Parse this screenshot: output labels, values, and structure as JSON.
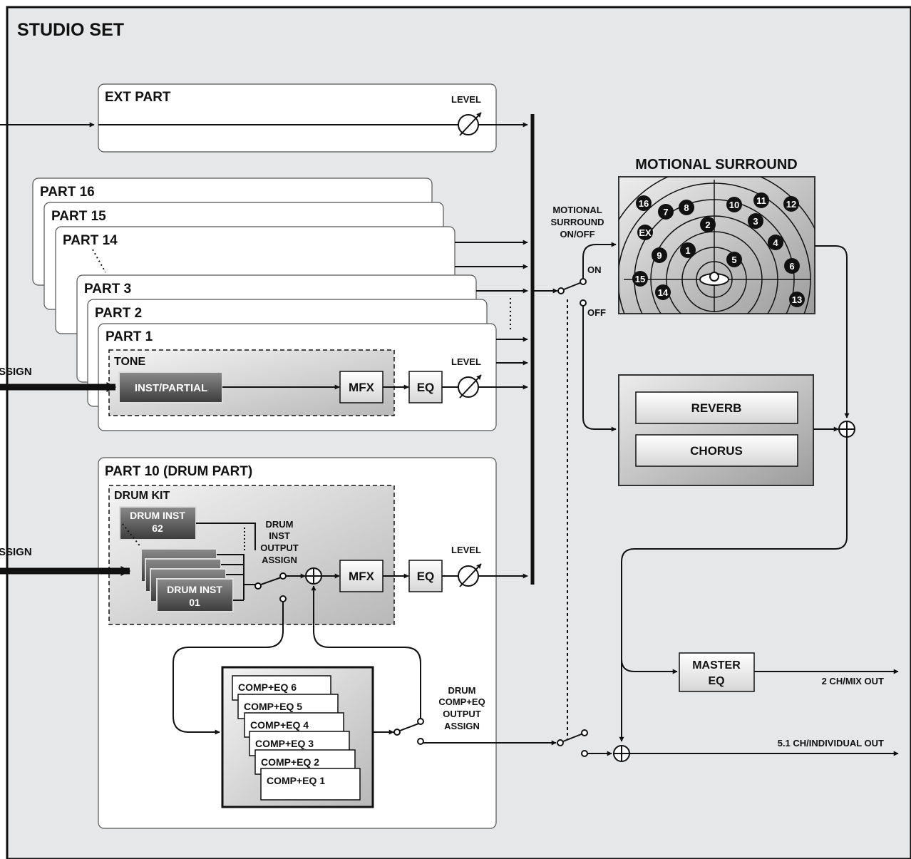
{
  "title": "STUDIO SET",
  "ext_part": {
    "label": "EXT PART",
    "level_label": "LEVEL"
  },
  "parts": {
    "part16": "PART 16",
    "part15": "PART 15",
    "part14": "PART 14",
    "part3": "PART 3",
    "part2": "PART 2",
    "part1": "PART 1"
  },
  "tone": {
    "label": "TONE",
    "inst_partial": "INST/PARTIAL",
    "mfx": "MFX",
    "eq": "EQ",
    "level_label": "LEVEL"
  },
  "left_inputs": {
    "assign_top": "SSIGN",
    "assign_bottom": "SSIGN"
  },
  "drum_part": {
    "label": "PART 10 (DRUM PART)",
    "kit_label": "DRUM KIT",
    "inst62_line1": "DRUM INST",
    "inst62_line2": "62",
    "inst01_line1": "DRUM INST",
    "inst01_line2": "01",
    "output_assign_1": "DRUM",
    "output_assign_2": "INST",
    "output_assign_3": "OUTPUT",
    "output_assign_4": "ASSIGN",
    "mfx": "MFX",
    "eq": "EQ",
    "level_label": "LEVEL"
  },
  "comp_eq": {
    "items": [
      "COMP+EQ 6",
      "COMP+EQ 5",
      "COMP+EQ 4",
      "COMP+EQ 3",
      "COMP+EQ 2",
      "COMP+EQ 1"
    ],
    "assign_1": "DRUM",
    "assign_2": "COMP+EQ",
    "assign_3": "OUTPUT",
    "assign_4": "ASSIGN"
  },
  "motional_surround": {
    "title": "MOTIONAL SURROUND",
    "switch_1": "MOTIONAL",
    "switch_2": "SURROUND",
    "switch_3": "ON/OFF",
    "on_label": "ON",
    "off_label": "OFF",
    "markers": [
      "16",
      "7",
      "8",
      "10",
      "11",
      "12",
      "2",
      "3",
      "EX",
      "4",
      "9",
      "1",
      "5",
      "6",
      "15",
      "14",
      "13"
    ]
  },
  "effects": {
    "reverb": "REVERB",
    "chorus": "CHORUS"
  },
  "master": {
    "line1": "MASTER",
    "line2": "EQ",
    "mix_out": "2 CH/MIX OUT",
    "individual_out": "5.1 CH/INDIVIDUAL OUT"
  }
}
